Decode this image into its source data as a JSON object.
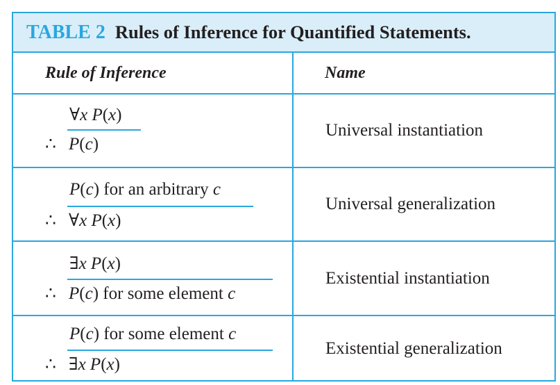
{
  "caption": {
    "label": "TABLE 2",
    "title": "Rules of Inference for Quantified Statements."
  },
  "header": {
    "rule_col": "Rule of Inference",
    "name_col": "Name"
  },
  "symbols": {
    "therefore": "∴",
    "forall": "∀",
    "exists": "∃"
  },
  "rows": [
    {
      "premise": "∀x P(x)",
      "conclusion": "P(c)",
      "name": "Universal instantiation"
    },
    {
      "premise": "P(c) for an arbitrary c",
      "conclusion": "∀x P(x)",
      "name": "Universal generalization"
    },
    {
      "premise": "∃x P(x)",
      "conclusion": "P(c) for some element c",
      "name": "Existential instantiation"
    },
    {
      "premise": "P(c) for some element c",
      "conclusion": "∃x P(x)",
      "name": "Existential generalization"
    }
  ],
  "colors": {
    "accent": "#29a7df",
    "caption_bg": "#d9eef9",
    "text": "#231f20"
  }
}
